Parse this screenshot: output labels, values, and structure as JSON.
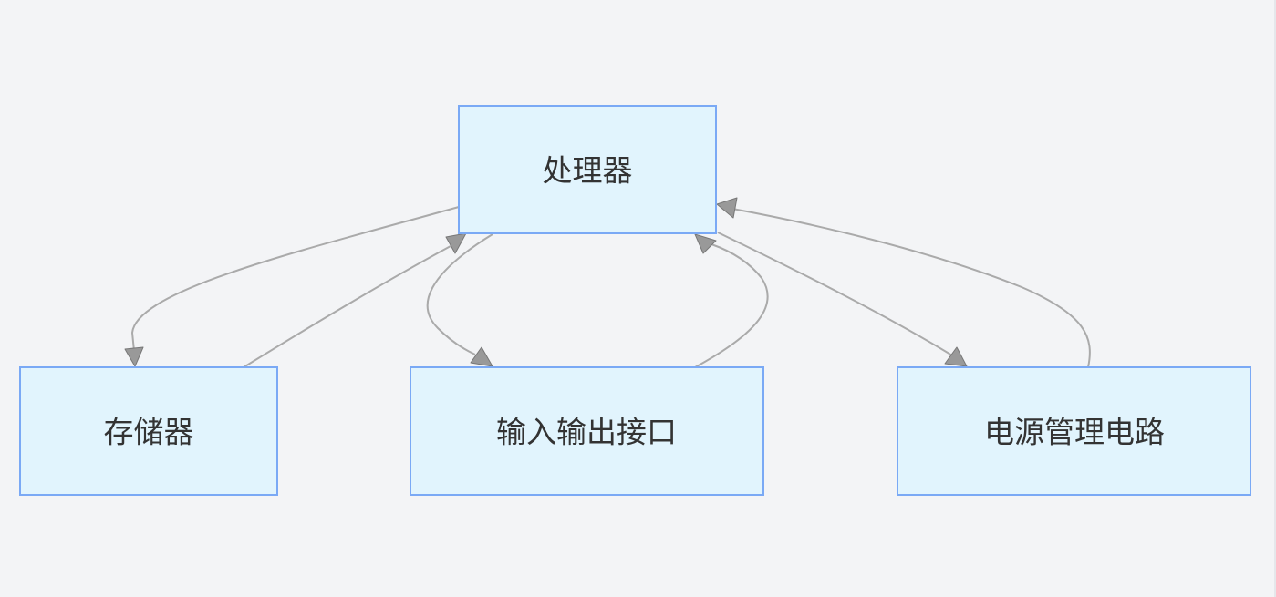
{
  "nodes": {
    "processor": "处理器",
    "memory": "存储器",
    "io": "输入输出接口",
    "power": "电源管理电路"
  },
  "colors": {
    "background": "#f3f4f6",
    "node_fill": "#e1f4fd",
    "node_border": "#7aa9f5",
    "edge": "#aaaaaa",
    "arrowhead": "#999999",
    "text": "#333333"
  },
  "edges": [
    {
      "from": "processor",
      "to": "memory"
    },
    {
      "from": "memory",
      "to": "processor"
    },
    {
      "from": "processor",
      "to": "io"
    },
    {
      "from": "io",
      "to": "processor"
    },
    {
      "from": "processor",
      "to": "power"
    },
    {
      "from": "power",
      "to": "processor"
    }
  ]
}
